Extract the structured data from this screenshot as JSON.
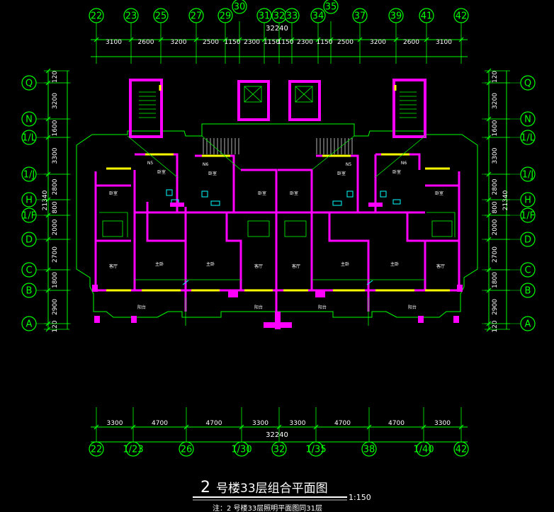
{
  "drawing": {
    "title_number": "2",
    "title_text": "号楼33层组合平面图",
    "scale": "1:150",
    "note": "注：2 号楼33层照明平面图同31层"
  },
  "top_axes": [
    "22",
    "23",
    "25",
    "27",
    "29",
    "30",
    "31",
    "32",
    "33",
    "34",
    "35",
    "37",
    "39",
    "41",
    "42"
  ],
  "top_dims": [
    "3100",
    "2600",
    "3200",
    "2500",
    "1150",
    "2300",
    "1150",
    "1150",
    "2300",
    "1150",
    "2500",
    "3200",
    "2600",
    "3100"
  ],
  "top_total": "32240",
  "bottom_axes": [
    "22",
    "1/23",
    "26",
    "1/30",
    "32",
    "1/35",
    "38",
    "1/40",
    "42"
  ],
  "bottom_dims": [
    "3300",
    "4700",
    "4700",
    "3300",
    "3300",
    "4700",
    "4700",
    "3300"
  ],
  "bottom_total": "32240",
  "left_axes": [
    "Q",
    "N",
    "1/L",
    "1/J",
    "H",
    "1/F",
    "D",
    "C",
    "B",
    "A"
  ],
  "right_axes": [
    "Q",
    "N",
    "1/L",
    "1/J",
    "H",
    "1/F",
    "D",
    "C",
    "B",
    "A"
  ],
  "side_dims": [
    "120",
    "3200",
    "1600",
    "3300",
    "2800",
    "800",
    "2000",
    "2700",
    "1800",
    "2900",
    "120"
  ],
  "side_total": "21340",
  "room_labels": {
    "bedroom": "卧室",
    "master": "主卧",
    "living": "客厅",
    "balcony": "阳台",
    "unit_tags": [
      "N5",
      "N6",
      "N5",
      "N6"
    ]
  },
  "colors": {
    "background": "#000000",
    "axis_green": "#00ff00",
    "wall_magenta": "#ff00ff",
    "window_yellow": "#ffff00",
    "fixture_cyan": "#00ffff",
    "text_white": "#ffffff"
  }
}
